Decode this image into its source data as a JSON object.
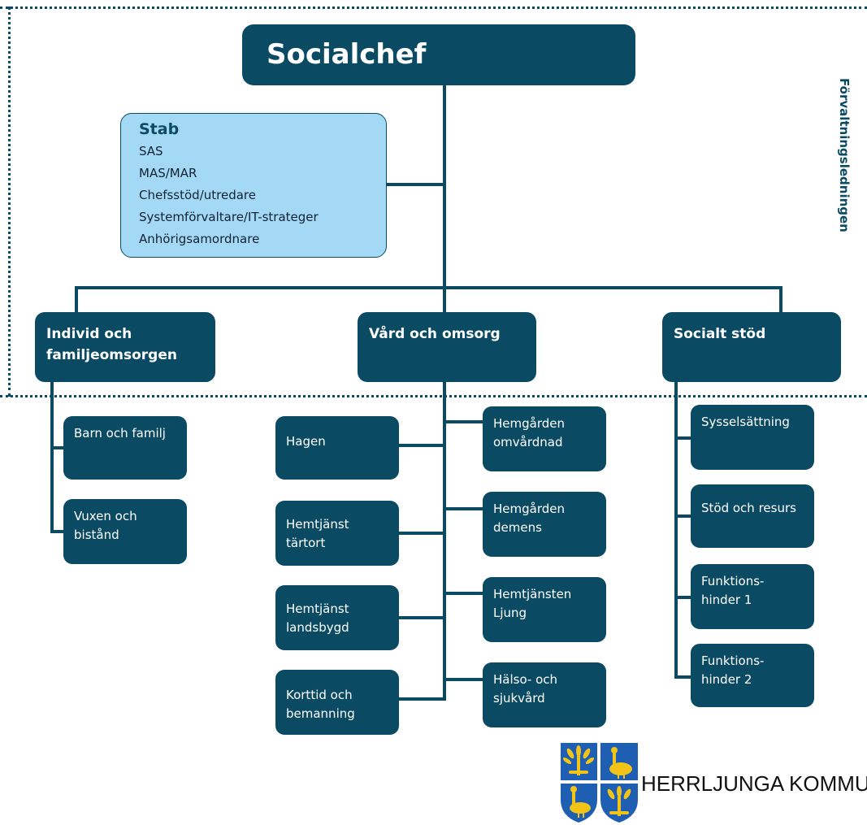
{
  "top": {
    "title": "Socialchef"
  },
  "side_label": "Förvaltningsledningen",
  "staff": {
    "heading": "Stab",
    "items": [
      "SAS",
      "MAS/MAR",
      "Chefsstöd/utredare",
      "Systemförvaltare/IT-strateger",
      "Anhörigsamordnare"
    ]
  },
  "departments": {
    "ifo": {
      "title": "Individ och\nfamiljeomsorgen",
      "units": [
        "Barn och familj",
        "Vuxen och\nbistånd"
      ]
    },
    "vo": {
      "title": "Vård och omsorg",
      "left_units": [
        "Hagen",
        "Hemtjänst\ntärtort",
        "Hemtjänst\nlandsbygd",
        "Korttid och\nbemanning"
      ],
      "right_units": [
        "Hemgården\nomvårdnad",
        "Hemgården\ndemens",
        "Hemtjänsten\nLjung",
        "Hälso- och\nsjukvård"
      ]
    },
    "ss": {
      "title": "Socialt stöd",
      "units": [
        "Sysselsättning",
        "Stöd och resurs",
        "Funktions-\nhinder 1",
        "Funktions-\nhinder 2"
      ]
    }
  },
  "logo": {
    "text": "HERRLJUNGA KOMMUN"
  },
  "colors": {
    "box": "#0b4a63",
    "staff_fill": "#a3d9f5",
    "crest_blue": "#1e5fb4",
    "crest_gold": "#f2c418"
  }
}
